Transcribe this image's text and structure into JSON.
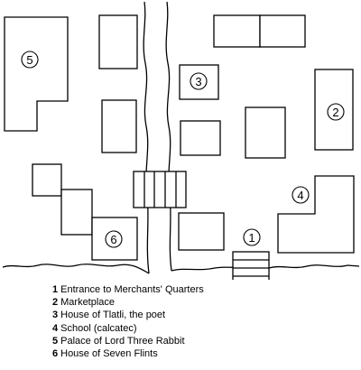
{
  "map": {
    "markers": [
      {
        "number": "1",
        "place": "entrance"
      },
      {
        "number": "2",
        "place": "marketplace"
      },
      {
        "number": "3",
        "place": "house-tlatli"
      },
      {
        "number": "4",
        "place": "school"
      },
      {
        "number": "5",
        "place": "palace"
      },
      {
        "number": "6",
        "place": "house-seven-flints"
      }
    ]
  },
  "legend": {
    "items": [
      {
        "number": "1",
        "label": "Entrance to Merchants' Quarters"
      },
      {
        "number": "2",
        "label": "Marketplace"
      },
      {
        "number": "3",
        "label": "House of Tlatli, the poet"
      },
      {
        "number": "4",
        "label": "School (calcatec)"
      },
      {
        "number": "5",
        "label": "Palace of Lord Three Rabbit"
      },
      {
        "number": "6",
        "label": "House of Seven Flints"
      }
    ]
  }
}
